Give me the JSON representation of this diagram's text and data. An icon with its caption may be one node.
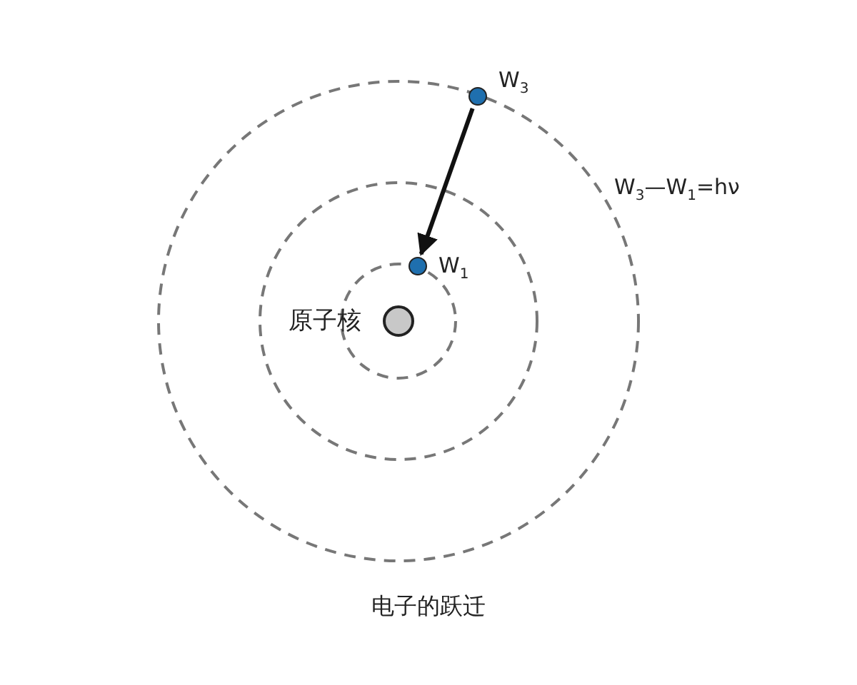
{
  "diagram": {
    "caption": "电子的跃迁",
    "nodes": [
      {
        "text": [],
        "shape": "circle",
        "beside": [
          "原子核"
        ]
      },
      {
        "text": [],
        "shape": "circle",
        "beside": [
          "W$_{1}$"
        ]
      },
      {
        "text": [],
        "shape": "circle",
        "beside": [
          "W$_{3}$"
        ]
      }
    ],
    "edges": [
      {
        "from": 2,
        "to": 1,
        "arrow": "to"
      }
    ],
    "labels": [
      "W$_{3}$—W$_{1}$=hν"
    ]
  }
}
